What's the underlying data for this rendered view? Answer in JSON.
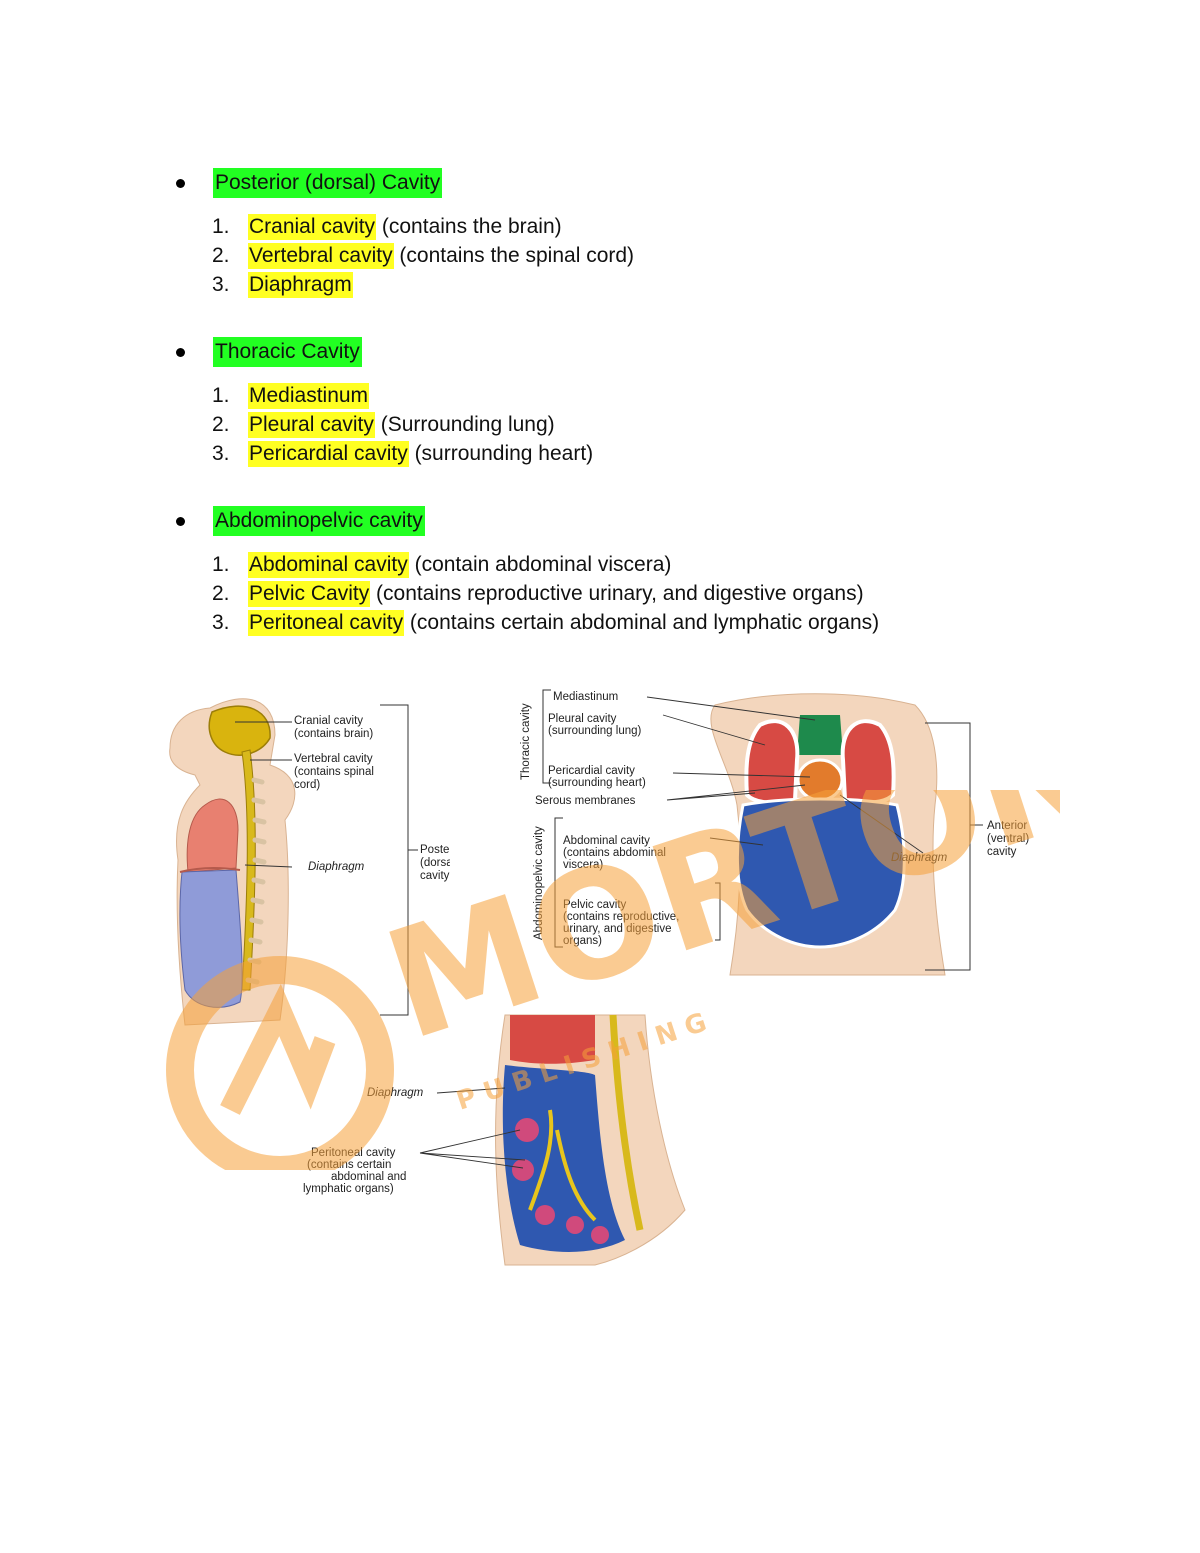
{
  "sections": [
    {
      "heading": "Posterior (dorsal) Cavity",
      "items": [
        {
          "num": "1.",
          "term": "Cranial cavity",
          "rest": " (contains the brain)"
        },
        {
          "num": "2.",
          "term": "Vertebral cavity",
          "rest": " (contains the spinal cord)"
        },
        {
          "num": "3.",
          "term": "Diaphragm",
          "rest": ""
        }
      ]
    },
    {
      "heading": "Thoracic Cavity",
      "items": [
        {
          "num": "1.",
          "term": "Mediastinum",
          "rest": ""
        },
        {
          "num": "2.",
          "term": "Pleural cavity",
          "rest": " (Surrounding lung)"
        },
        {
          "num": "3.",
          "term": "Pericardial cavity",
          "rest": " (surrounding heart)"
        }
      ]
    },
    {
      "heading": "Abdominopelvic cavity",
      "items": [
        {
          "num": "1.",
          "term": "Abdominal cavity",
          "rest": " (contain abdominal viscera)"
        },
        {
          "num": "2.",
          "term": "Pelvic Cavity",
          "rest": " (contains reproductive urinary, and digestive organs)"
        },
        {
          "num": "3.",
          "term": "Peritoneal cavity",
          "rest": " (contains certain abdominal and lymphatic organs)"
        }
      ]
    }
  ],
  "figure_side": {
    "cranial": [
      "Cranial cavity",
      "(contains brain)"
    ],
    "vertebral": [
      "Vertebral cavity",
      "(contains spinal",
      "cord)"
    ],
    "diaphragm": "Diaphragm",
    "posterior": [
      "Posterior",
      "(dorsal)",
      "cavity"
    ]
  },
  "figure_front": {
    "mediastinum": "Mediastinum",
    "pleural": [
      "Pleural cavity",
      "(surrounding lung)"
    ],
    "pericardial": [
      "Pericardial cavity",
      "(surrounding heart)"
    ],
    "serous": "Serous membranes",
    "thoracic_group": "Thoracic cavity",
    "abdominal": [
      "Abdominal cavity",
      "(contains abdominal",
      "viscera)"
    ],
    "pelvic": [
      "Pelvic cavity",
      "(contains reproductive,",
      "urinary, and digestive",
      "organs)"
    ],
    "abdominopelvic_group": "Abdominopelvic cavity",
    "diaphragm": "Diaphragm",
    "anterior": [
      "Anterior",
      "(ventral)",
      "cavity"
    ]
  },
  "figure_bottom": {
    "diaphragm": "Diaphragm",
    "peritoneal": [
      "Peritoneal cavity",
      "(contains certain",
      "abdominal and",
      "lymphatic organs)"
    ]
  },
  "watermark": {
    "word": "MORTON",
    "sub": "P U B L I S H I N G",
    "color": "#f6a13a"
  }
}
